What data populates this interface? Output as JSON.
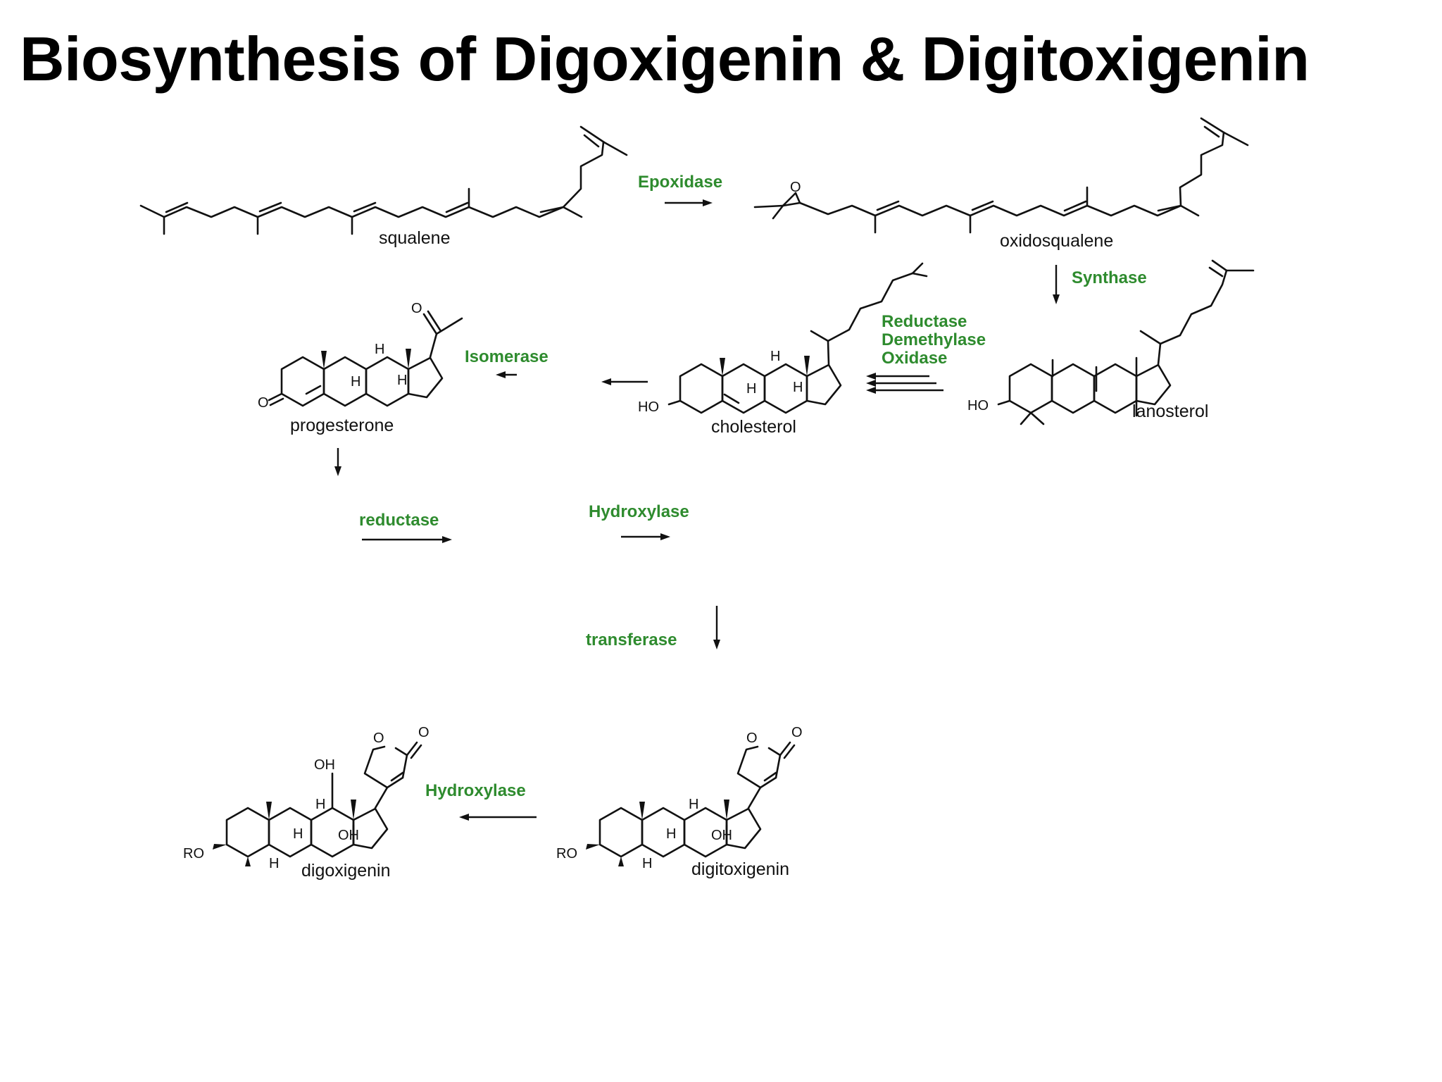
{
  "title": "Biosynthesis of Digoxigenin & Digitoxigenin",
  "colors": {
    "background": "#ffffff",
    "title": "#000000",
    "structure": "#111111",
    "enzyme": "#2e8b2e"
  },
  "compounds": {
    "squalene": "squalene",
    "oxidosqualene": "oxidosqualene",
    "lanosterol": "lanosterol",
    "cholesterol": "cholesterol",
    "progesterone": "progesterone",
    "digitoxigenin": "digitoxigenin",
    "digoxigenin": "digoxigenin"
  },
  "enzymes": {
    "epoxidase": "Epoxidase",
    "synthase": "Synthase",
    "reductase_1": "Reductase",
    "demethylase": "Demethylase",
    "oxidase": "Oxidase",
    "isomerase": "Isomerase",
    "reductase_2": "reductase",
    "hydroxylase_1": "Hydroxylase",
    "transferase": "transferase",
    "hydroxylase_2": "Hydroxylase"
  },
  "atoms": {
    "ho": "HO",
    "h": "H",
    "o": "O",
    "oh": "OH",
    "ro": "RO"
  }
}
